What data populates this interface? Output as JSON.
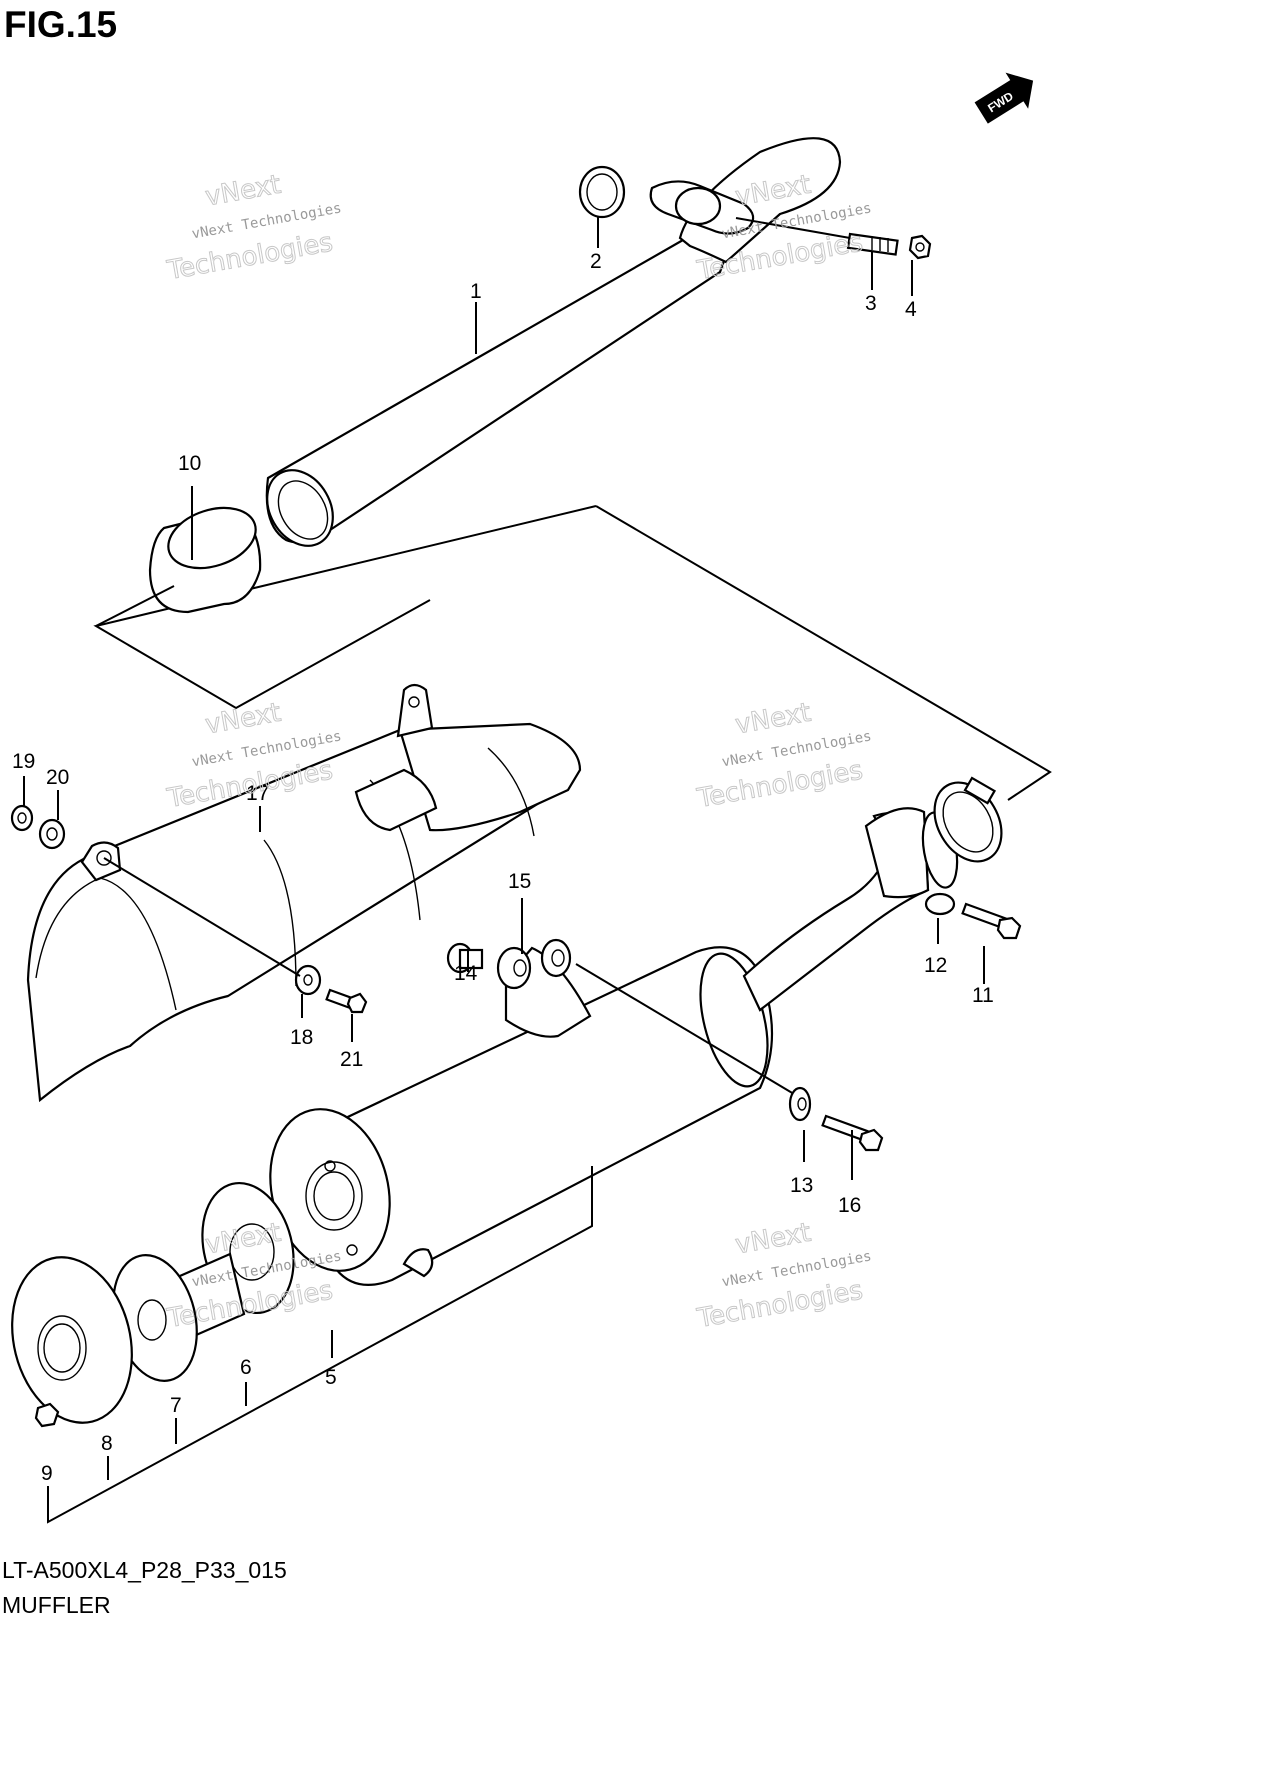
{
  "figure": {
    "title": "FIG.15",
    "code": "LT-A500XL4_P28_P33_015",
    "name": "MUFFLER"
  },
  "forward_badge": "FWD",
  "watermarks": [
    {
      "line1": "vNext Technologies",
      "line2": "Technologies",
      "line3": "vNext"
    },
    {
      "line1": "vNext Technologies",
      "line2": "Technologies",
      "line3": "vNext"
    },
    {
      "line1": "vNext Technologies",
      "line2": "Technologies",
      "line3": "vNext"
    },
    {
      "line1": "vNext Technologies",
      "line2": "Technologies",
      "line3": "vNext"
    },
    {
      "line1": "vNext Technologies",
      "line2": "Technologies",
      "line3": "vNext"
    },
    {
      "line1": "vNext Technologies",
      "line2": "Technologies",
      "line3": "vNext"
    }
  ],
  "callouts": [
    "1",
    "2",
    "3",
    "4",
    "5",
    "6",
    "7",
    "8",
    "9",
    "10",
    "11",
    "12",
    "13",
    "14",
    "15",
    "16",
    "17",
    "18",
    "19",
    "20",
    "21"
  ]
}
